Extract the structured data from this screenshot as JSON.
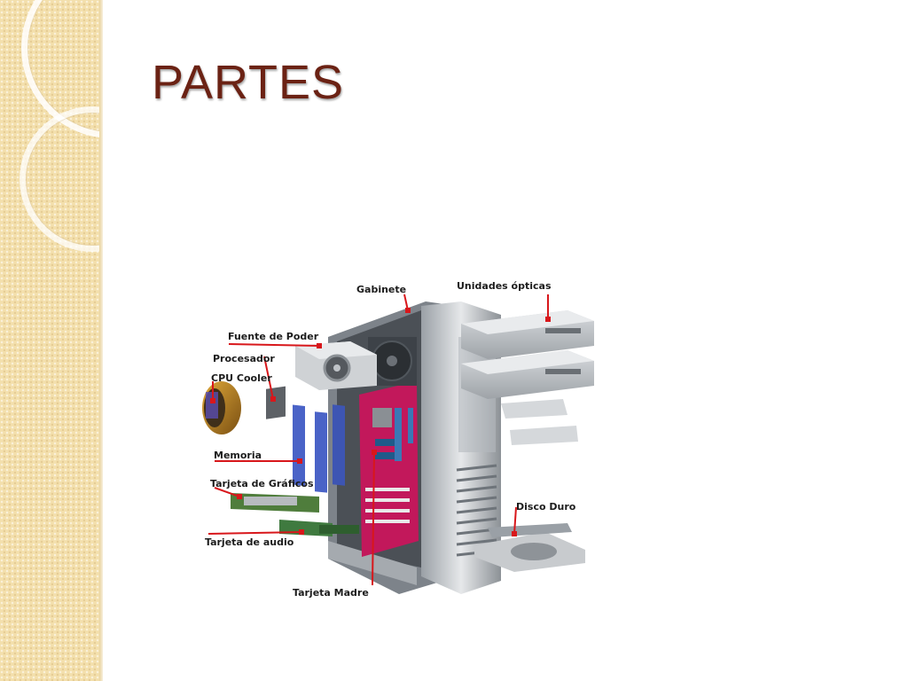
{
  "slide": {
    "title": "PARTES"
  },
  "diagram": {
    "labels": {
      "gabinete": "Gabinete",
      "unidades_opticas": "Unidades ópticas",
      "fuente_de_poder": "Fuente de Poder",
      "procesador": "Procesador",
      "cpu_cooler": "CPU Cooler",
      "memoria": "Memoria",
      "tarjeta_graficos": "Tarjeta de Gráficos",
      "tarjeta_audio": "Tarjeta de audio",
      "disco_duro": "Disco Duro",
      "tarjeta_madre": "Tarjeta Madre"
    }
  },
  "colors": {
    "title": "#6b2214",
    "side_band": "#f3dfac",
    "callout_line": "#d8171b",
    "motherboard": "#c2185b"
  }
}
